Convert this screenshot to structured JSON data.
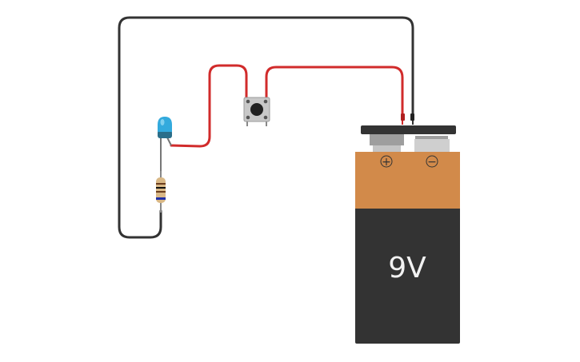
{
  "battery": {
    "label": "9V",
    "positive_symbol": "+",
    "negative_symbol": "−",
    "body_color": "#333333",
    "top_color": "#d28a4a"
  },
  "wires": {
    "signal_color": "#d12b2b",
    "ground_color": "#333333"
  },
  "led": {
    "color": "#33aadd"
  },
  "components": [
    "led",
    "resistor",
    "pushbutton",
    "9v-battery"
  ]
}
